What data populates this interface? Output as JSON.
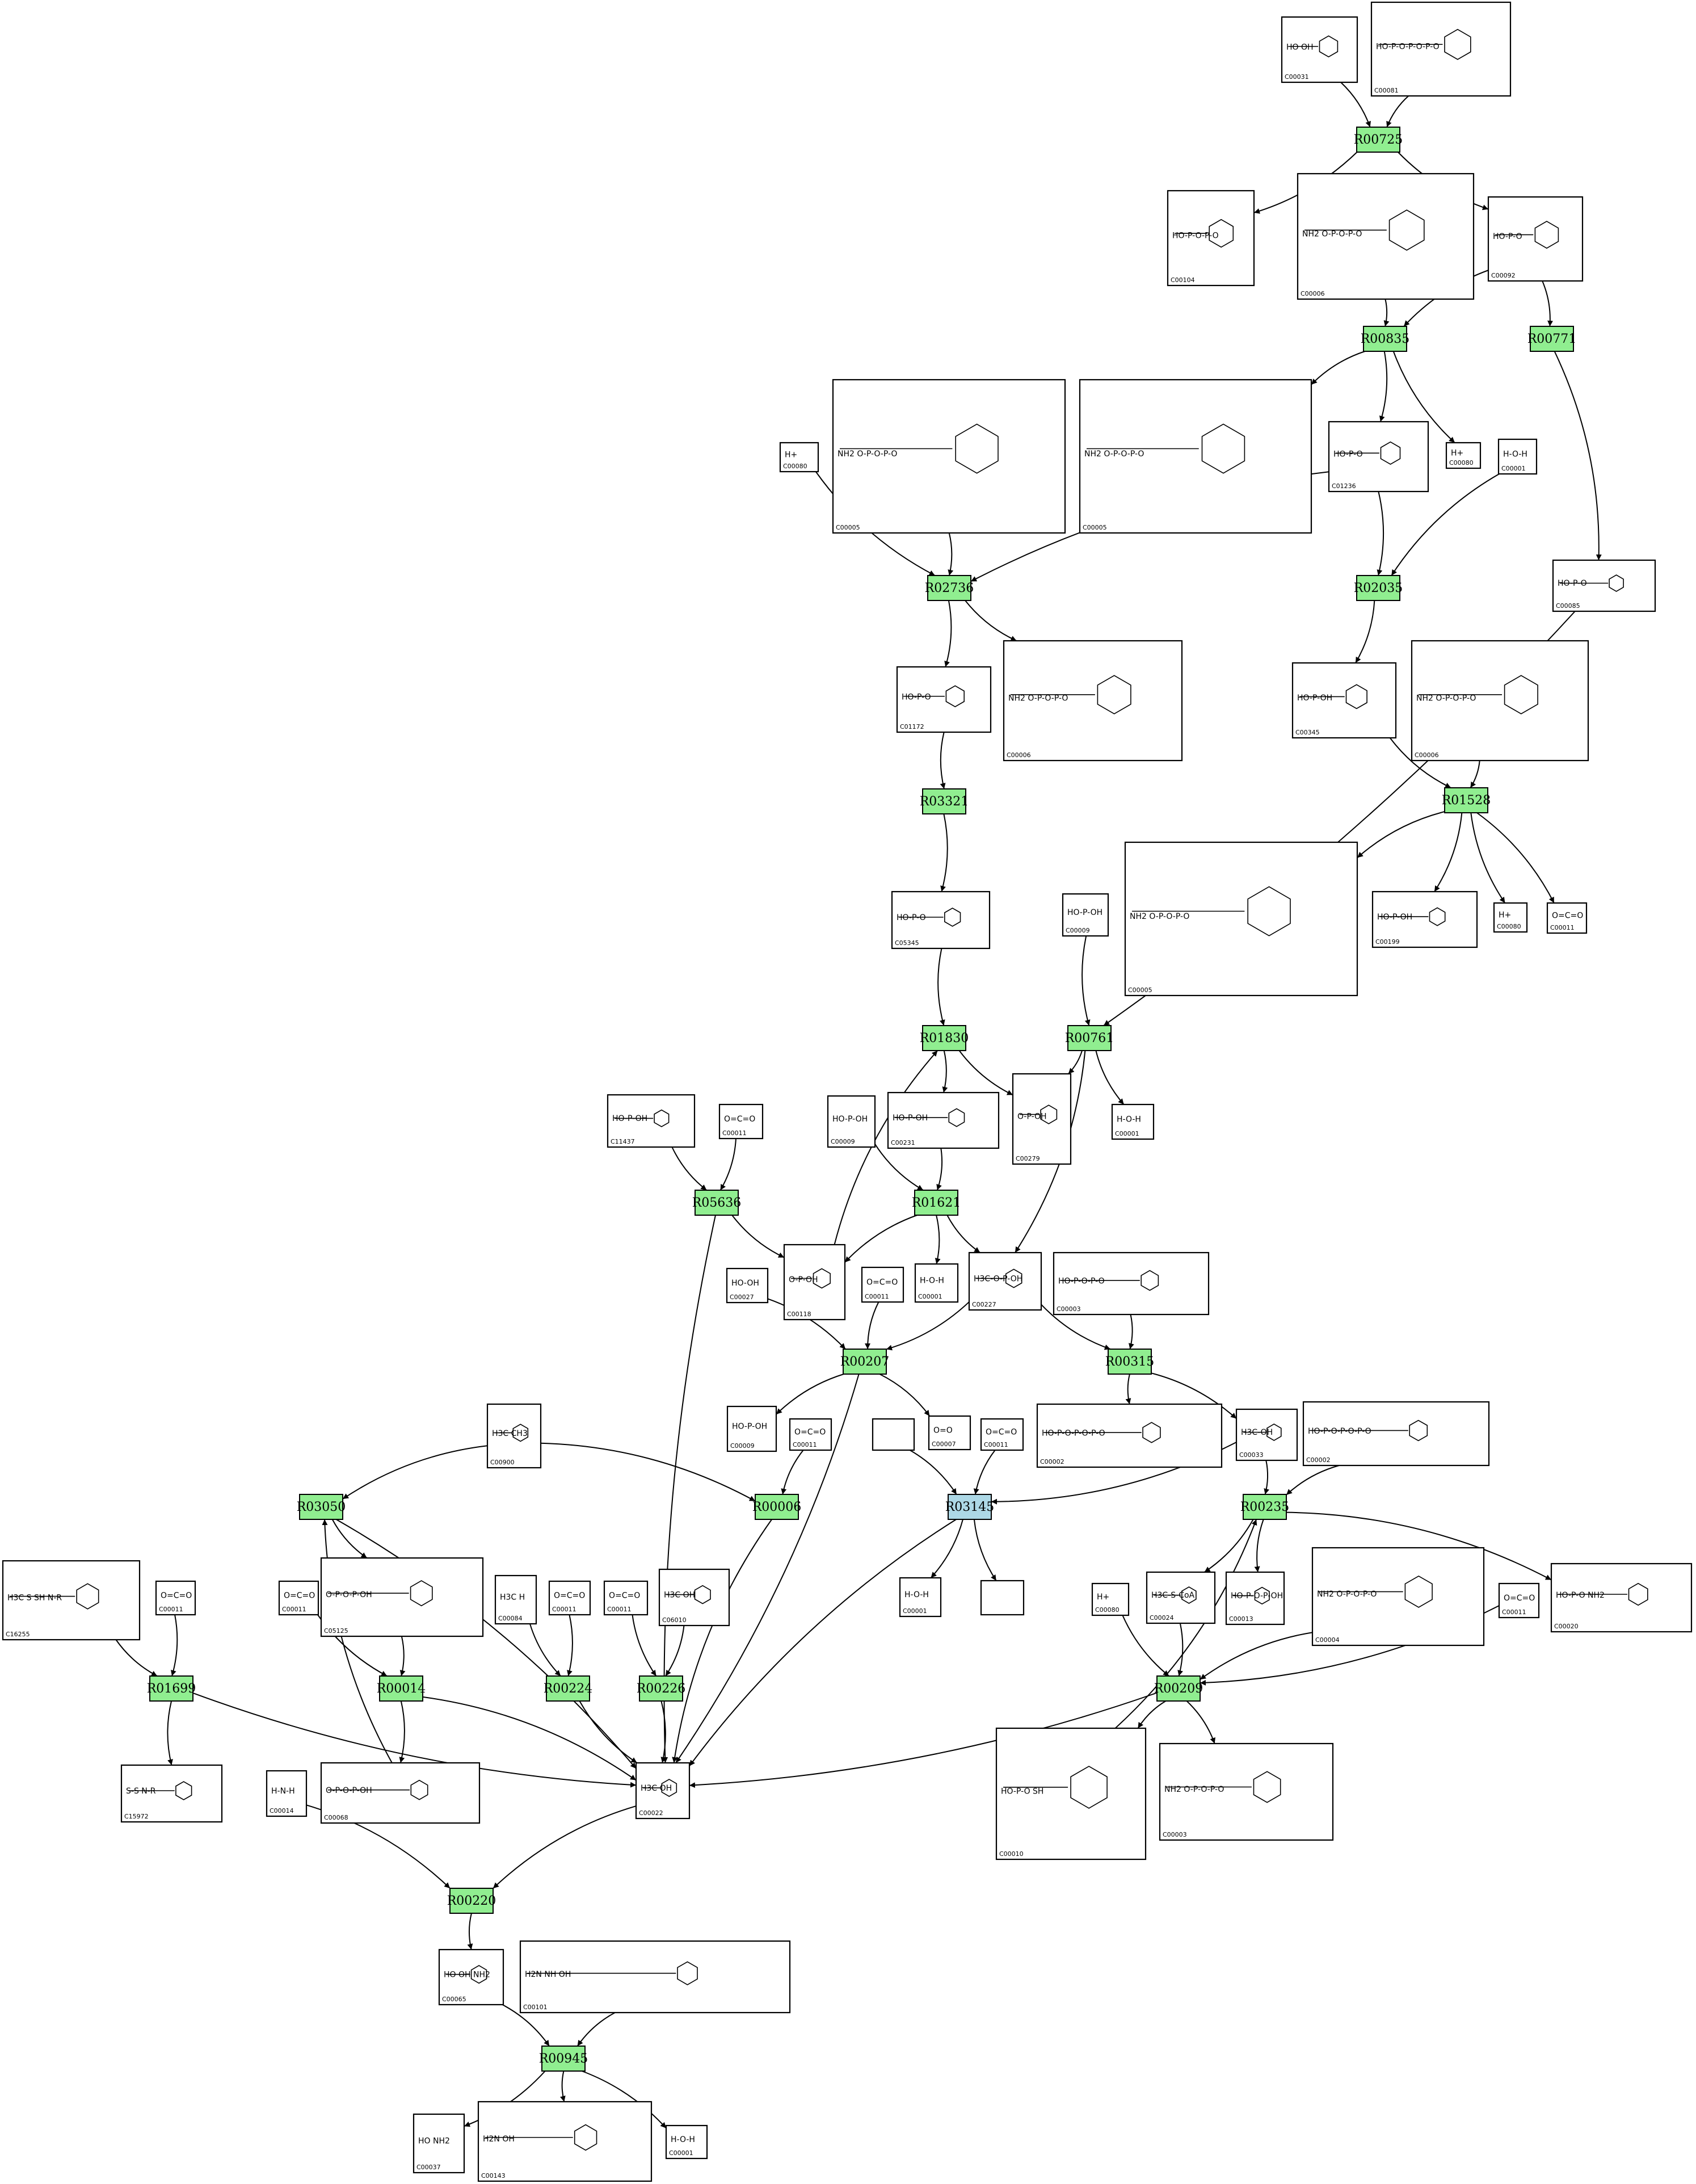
{
  "colors": {
    "reaction": "#90ee90",
    "reaction_highlight": "#add8e6",
    "box_stroke": "#000000",
    "edge": "#000000"
  },
  "reactions": [
    {
      "id": "R00725",
      "label": "R00725",
      "highlight": false
    },
    {
      "id": "R00835",
      "label": "R00835",
      "highlight": false
    },
    {
      "id": "R00771",
      "label": "R00771",
      "highlight": false
    },
    {
      "id": "R02736",
      "label": "R02736",
      "highlight": false
    },
    {
      "id": "R02035",
      "label": "R02035",
      "highlight": false
    },
    {
      "id": "R01528",
      "label": "R01528",
      "highlight": false
    },
    {
      "id": "R03321",
      "label": "R03321",
      "highlight": false
    },
    {
      "id": "R01830",
      "label": "R01830",
      "highlight": false
    },
    {
      "id": "R00761",
      "label": "R00761",
      "highlight": false
    },
    {
      "id": "R05636",
      "label": "R05636",
      "highlight": false
    },
    {
      "id": "R01621",
      "label": "R01621",
      "highlight": false
    },
    {
      "id": "R00207",
      "label": "R00207",
      "highlight": false
    },
    {
      "id": "R00315",
      "label": "R00315",
      "highlight": false
    },
    {
      "id": "R03050",
      "label": "R03050",
      "highlight": false
    },
    {
      "id": "R00006",
      "label": "R00006",
      "highlight": false
    },
    {
      "id": "R03145",
      "label": "R03145",
      "highlight": true
    },
    {
      "id": "R00235",
      "label": "R00235",
      "highlight": false
    },
    {
      "id": "R01699",
      "label": "R01699",
      "highlight": false
    },
    {
      "id": "R00014",
      "label": "R00014",
      "highlight": false
    },
    {
      "id": "R00224",
      "label": "R00224",
      "highlight": false
    },
    {
      "id": "R00226",
      "label": "R00226",
      "highlight": false
    },
    {
      "id": "R00209",
      "label": "R00209",
      "highlight": false
    },
    {
      "id": "R00220",
      "label": "R00220",
      "highlight": false
    },
    {
      "id": "R00945",
      "label": "R00945",
      "highlight": false
    }
  ],
  "compounds": [
    {
      "id": "n1",
      "label": "C00031",
      "formula": "HO    OH"
    },
    {
      "id": "n2",
      "label": "C00081",
      "formula": "HO-P-O-P-O-P-O"
    },
    {
      "id": "n3",
      "label": "C00104",
      "formula": "HO-P-O-P-O"
    },
    {
      "id": "n4",
      "label": "C00006",
      "formula": "NH2  O-P-O-P-O"
    },
    {
      "id": "n5",
      "label": "C00092",
      "formula": "HO-P-O"
    },
    {
      "id": "n6",
      "label": "C00080",
      "formula": "H+"
    },
    {
      "id": "n7",
      "label": "C00005",
      "formula": "NH2  O-P-O-P-O"
    },
    {
      "id": "n8",
      "label": "C00005",
      "formula": "NH2  O-P-O-P-O"
    },
    {
      "id": "n9",
      "label": "C01236",
      "formula": "HO-P-O"
    },
    {
      "id": "n10",
      "label": "C00080",
      "formula": "H+"
    },
    {
      "id": "n11",
      "label": "C00001",
      "formula": "H-O-H"
    },
    {
      "id": "n12",
      "label": "C00085",
      "formula": "HO-P-O"
    },
    {
      "id": "n13",
      "label": "C01172",
      "formula": "HO-P-O"
    },
    {
      "id": "n14",
      "label": "C00006",
      "formula": "NH2  O-P-O-P-O"
    },
    {
      "id": "n15",
      "label": "C00345",
      "formula": "HO-P-OH"
    },
    {
      "id": "n16",
      "label": "C00006",
      "formula": "NH2  O-P-O-P-O"
    },
    {
      "id": "n17",
      "label": "C05345",
      "formula": "HO-P-O"
    },
    {
      "id": "n18",
      "label": "C00005",
      "formula": "NH2  O-P-O-P-O"
    },
    {
      "id": "n19",
      "label": "C00199",
      "formula": "HO-P-OH"
    },
    {
      "id": "n20",
      "label": "C00080",
      "formula": "H+"
    },
    {
      "id": "n21",
      "label": "C00011",
      "formula": "O=C=O"
    },
    {
      "id": "n22",
      "label": "C00009",
      "formula": "HO-P-OH"
    },
    {
      "id": "n23",
      "label": "C11437",
      "formula": "HO-P-OH"
    },
    {
      "id": "n24",
      "label": "C00011",
      "formula": "O=C=O"
    },
    {
      "id": "n25",
      "label": "C00009",
      "formula": "HO-P-OH"
    },
    {
      "id": "n26",
      "label": "C00231",
      "formula": "HO-P-OH"
    },
    {
      "id": "n27",
      "label": "C00279",
      "formula": "O-P-OH"
    },
    {
      "id": "n28",
      "label": "C00001",
      "formula": "H-O-H"
    },
    {
      "id": "n29",
      "label": "C00027",
      "formula": "HO-OH"
    },
    {
      "id": "n30",
      "label": "C00118",
      "formula": "O-P-OH"
    },
    {
      "id": "n31",
      "label": "C00011",
      "formula": "O=C=O"
    },
    {
      "id": "n32",
      "label": "C00001",
      "formula": "H-O-H"
    },
    {
      "id": "n33",
      "label": "C00227",
      "formula": "H3C-O-P-OH"
    },
    {
      "id": "n34",
      "label": "C00003",
      "formula": "HO-P-O-P-O"
    },
    {
      "id": "n35",
      "label": "C00900",
      "formula": "H3C  CH3"
    },
    {
      "id": "n36",
      "label": "C00009",
      "formula": "HO-P-OH"
    },
    {
      "id": "n37",
      "label": "C00011",
      "formula": "O=C=O"
    },
    {
      "id": "n38",
      "label": "C00007",
      "formula": "O=O"
    },
    {
      "id": "n39",
      "label": "",
      "formula": ""
    },
    {
      "id": "n40",
      "label": "C00011",
      "formula": "O=C=O"
    },
    {
      "id": "n41",
      "label": "C00002",
      "formula": "HO-P-O-P-O-P-O"
    },
    {
      "id": "n42",
      "label": "C00033",
      "formula": "H3C-OH"
    },
    {
      "id": "n43",
      "label": "C00002",
      "formula": "HO-P-O-P-O-P-O"
    },
    {
      "id": "n44",
      "label": "C05125",
      "formula": "O-P-O-P-OH"
    },
    {
      "id": "n45",
      "label": "C16255",
      "formula": "H3C  S  SH  N-R"
    },
    {
      "id": "n46",
      "label": "C00011",
      "formula": "O=C=O"
    },
    {
      "id": "n47",
      "label": "C00011",
      "formula": "O=C=O"
    },
    {
      "id": "n48",
      "label": "C00084",
      "formula": "H3C  H"
    },
    {
      "id": "n49",
      "label": "C00011",
      "formula": "O=C=O"
    },
    {
      "id": "n50",
      "label": "C00011",
      "formula": "O=C=O"
    },
    {
      "id": "n51",
      "label": "C06010",
      "formula": "H3C  OH"
    },
    {
      "id": "n52",
      "label": "C00001",
      "formula": "H-O-H"
    },
    {
      "id": "n53",
      "label": "",
      "formula": ""
    },
    {
      "id": "n54",
      "label": "C00080",
      "formula": "H+"
    },
    {
      "id": "n55",
      "label": "C00024",
      "formula": "H3C-S-CoA"
    },
    {
      "id": "n56",
      "label": "C00013",
      "formula": "HO-P-O-P-OH"
    },
    {
      "id": "n57",
      "label": "C00004",
      "formula": "NH2  O-P-O-P-O"
    },
    {
      "id": "n58",
      "label": "C00011",
      "formula": "O=C=O"
    },
    {
      "id": "n59",
      "label": "C00020",
      "formula": "HO-P-O  NH2"
    },
    {
      "id": "n60",
      "label": "C15972",
      "formula": "S-S  N-R"
    },
    {
      "id": "n61",
      "label": "C00014",
      "formula": "H-N-H"
    },
    {
      "id": "n62",
      "label": "C00068",
      "formula": "O-P-O-P-OH"
    },
    {
      "id": "n63",
      "label": "C00022",
      "formula": "H3C  OH"
    },
    {
      "id": "n64",
      "label": "C00010",
      "formula": "HO-P-O  SH"
    },
    {
      "id": "n65",
      "label": "C00003",
      "formula": "NH2  O-P-O-P-O"
    },
    {
      "id": "n66",
      "label": "C00065",
      "formula": "HO  OH  NH2"
    },
    {
      "id": "n67",
      "label": "C00101",
      "formula": "H2N  NH  OH"
    },
    {
      "id": "n68",
      "label": "C00037",
      "formula": "HO  NH2"
    },
    {
      "id": "n69",
      "label": "C00143",
      "formula": "H2N  OH"
    },
    {
      "id": "n70",
      "label": "C00001",
      "formula": "H-O-H"
    }
  ]
}
